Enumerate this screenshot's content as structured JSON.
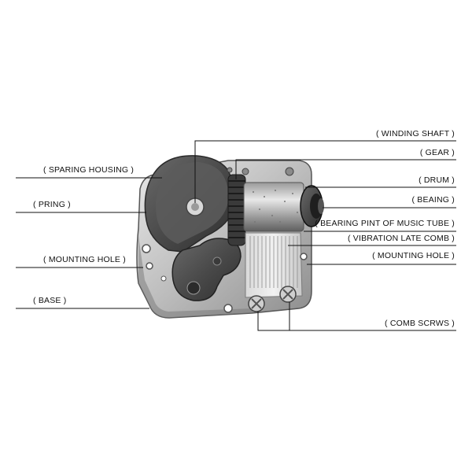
{
  "diagram": {
    "labels_left": {
      "spring_housing": "( SPARING HOUSING )",
      "spring": "( PRING )",
      "mounting_hole_left": "( MOUNTING HOLE )",
      "base": "( BASE )"
    },
    "labels_right": {
      "winding_shaft": "( WINDING SHAFT )",
      "gear": "( GEAR )",
      "drum": "( DRUM )",
      "bearing": "( BEAING )",
      "bearing_point": "( BEARING PINT OF MUSIC TUBE )",
      "vibration_plate": "( VIBRATION LATE COMB )",
      "mounting_hole_right": "( MOUNTING HOLE )",
      "comb_screws": "( COMB SCRWS )"
    }
  }
}
